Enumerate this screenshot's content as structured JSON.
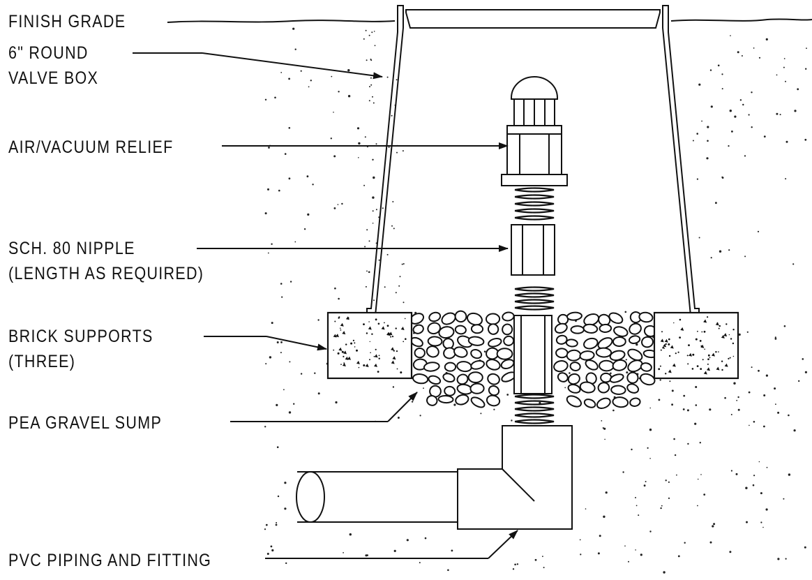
{
  "labels": {
    "finish_grade": "FINISH GRADE",
    "valve_box_1": "6\" ROUND",
    "valve_box_2": "VALVE BOX",
    "air_vacuum": "AIR/VACUUM RELIEF",
    "nipple_1": "SCH. 80 NIPPLE",
    "nipple_2": "(LENGTH AS REQUIRED)",
    "brick_1": "BRICK SUPPORTS",
    "brick_2": "(THREE)",
    "gravel": "PEA GRAVEL SUMP",
    "pvc": "PVC PIPING AND FITTING"
  },
  "colors": {
    "line": "#111111",
    "background": "#ffffff"
  }
}
